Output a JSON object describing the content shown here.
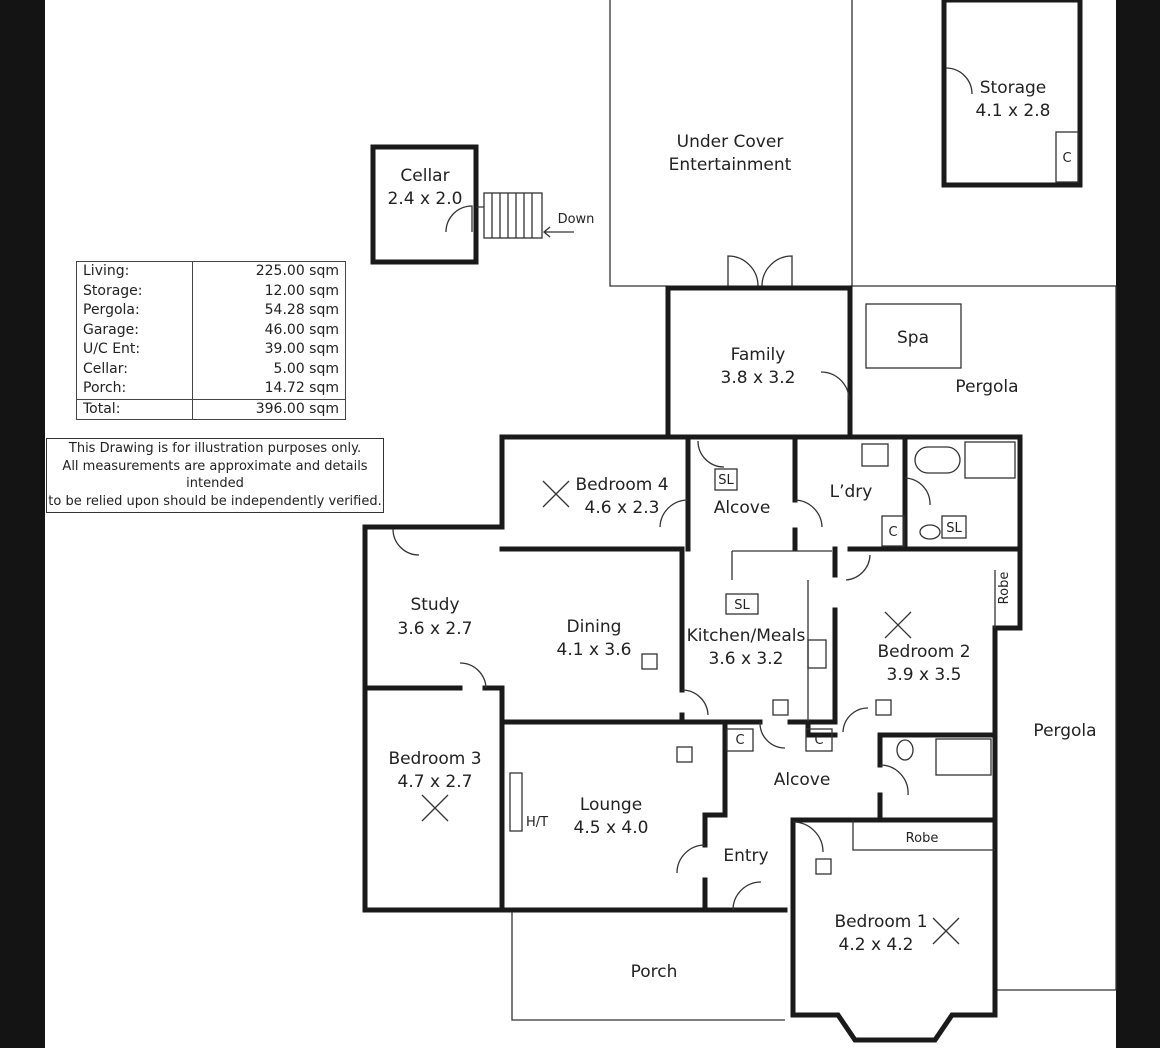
{
  "areas": {
    "rows": [
      {
        "label": "Living:",
        "value": "225.00 sqm"
      },
      {
        "label": "Storage:",
        "value": "12.00 sqm"
      },
      {
        "label": "Pergola:",
        "value": "54.28 sqm"
      },
      {
        "label": "Garage:",
        "value": "46.00 sqm"
      },
      {
        "label": "U/C Ent:",
        "value": "39.00 sqm"
      },
      {
        "label": "Cellar:",
        "value": "5.00 sqm"
      },
      {
        "label": "Porch:",
        "value": "14.72 sqm"
      }
    ],
    "total": {
      "label": "Total:",
      "value": "396.00 sqm"
    }
  },
  "disclaimer": [
    "This Drawing is for illustration purposes only.",
    "All measurements are approximate and details intended",
    "to be relied upon should be independently verified."
  ],
  "rooms": {
    "cellar": {
      "name": "Cellar",
      "dims": "2.4 x 2.0"
    },
    "stairs": "Down",
    "uce": {
      "name": "Under Cover",
      "name2": "Entertainment"
    },
    "storage": {
      "name": "Storage",
      "dims": "4.1 x 2.8"
    },
    "family": {
      "name": "Family",
      "dims": "3.8 x 3.2"
    },
    "spa": "Spa",
    "pergola_top": "Pergola",
    "pergola_right": "Pergola",
    "bedroom4": {
      "name": "Bedroom 4",
      "dims": "4.6 x 2.3"
    },
    "alcove_top": "Alcove",
    "laundry": "L’dry",
    "study": {
      "name": "Study",
      "dims": "3.6 x 2.7"
    },
    "dining": {
      "name": "Dining",
      "dims": "4.1 x 3.6"
    },
    "kitchen": {
      "name": "Kitchen/Meals",
      "dims": "3.6 x 3.2"
    },
    "bedroom2": {
      "name": "Bedroom 2",
      "dims": "3.9 x 3.5"
    },
    "robe_b2": "Robe",
    "bedroom3": {
      "name": "Bedroom 3",
      "dims": "4.7 x 2.7"
    },
    "lounge": {
      "name": "Lounge",
      "dims": "4.5 x 4.0"
    },
    "heater": "H/T",
    "alcove_bottom": "Alcove",
    "entry": "Entry",
    "robe_b1": "Robe",
    "bedroom1": {
      "name": "Bedroom 1",
      "dims": "4.2 x 4.2"
    },
    "porch": "Porch",
    "sl": "SL",
    "c": "C"
  }
}
